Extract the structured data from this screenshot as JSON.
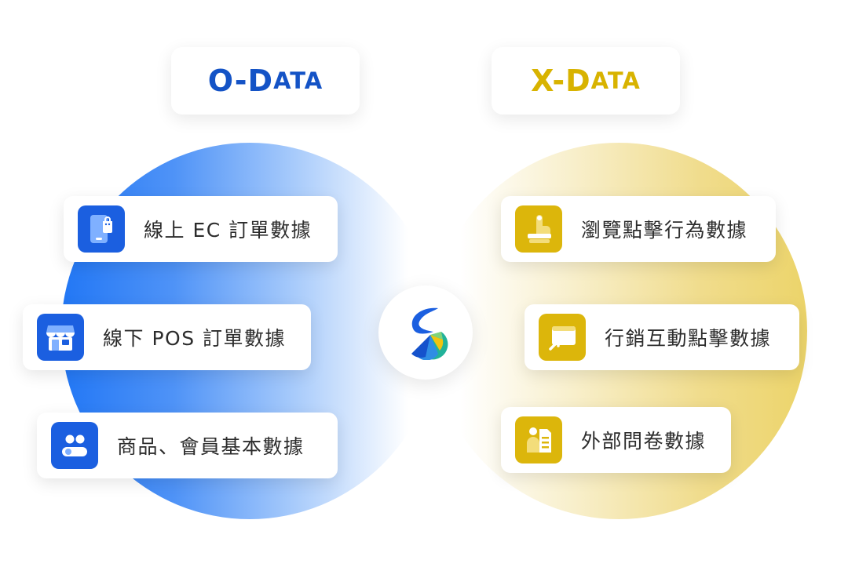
{
  "colors": {
    "o_data": "#1453c6",
    "x_data": "#d8b300",
    "blue_icon_bg": "#1b5fe0",
    "gold_icon_bg": "#dcb60b",
    "blue_circle": "#2277f5",
    "gold_circle": "#ecd46a"
  },
  "o_data": {
    "title_prefix": "O-D",
    "title_rest": "ATA",
    "items": [
      {
        "label": "線上 EC 訂單數據",
        "icon": "mobile-shopping-bag-icon"
      },
      {
        "label": "線下 POS 訂單數據",
        "icon": "storefront-icon"
      },
      {
        "label": "商品、會員基本數據",
        "icon": "members-toggle-icon"
      }
    ]
  },
  "x_data": {
    "title_prefix": "X-D",
    "title_rest": "ATA",
    "items": [
      {
        "label": "瀏覽點擊行為數據",
        "icon": "hand-tap-icon"
      },
      {
        "label": "行銷互動點擊數據",
        "icon": "click-window-icon"
      },
      {
        "label": "外部問卷數據",
        "icon": "survey-form-icon"
      }
    ]
  },
  "center": {
    "icon": "brand-logo-icon"
  }
}
